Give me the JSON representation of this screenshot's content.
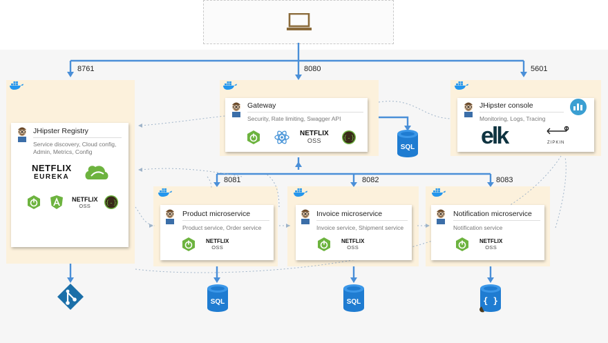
{
  "ports": {
    "registry": "8761",
    "gateway": "8080",
    "console": "5601",
    "product": "8081",
    "invoice": "8082",
    "notification": "8083"
  },
  "registry": {
    "title": "JHipster Registry",
    "description": "Service discovery, Cloud config, Admin, Metrics, Config",
    "netflix": "NETFLIX",
    "eureka": "EUREKA",
    "oss": "OSS"
  },
  "gateway": {
    "title": "Gateway",
    "description": "Security, Rate limiting, Swagger API",
    "netflix": "NETFLIX",
    "oss": "OSS"
  },
  "console": {
    "title": "JHipster console",
    "description": "Monitoring, Logs, Tracing",
    "elk": "elk",
    "zipkin": "ZIPKIN"
  },
  "services": [
    {
      "title": "Product microservice",
      "description": "Product service, Order service",
      "netflix": "NETFLIX",
      "oss": "OSS"
    },
    {
      "title": "Invoice microservice",
      "description": "Invoice service, Shipment service",
      "netflix": "NETFLIX",
      "oss": "OSS"
    },
    {
      "title": "Notification microservice",
      "description": "Notification service",
      "netflix": "NETFLIX",
      "oss": "OSS"
    }
  ],
  "databases": {
    "sql": "SQL",
    "nosql": "{ }"
  },
  "colors": {
    "link": "#4a8fd8",
    "pane": "#fcf1dc",
    "spring": "#6db33f",
    "docker": "#2496ed",
    "git": "#1b6fa8",
    "db": "#1f7cd1"
  },
  "icons": [
    "laptop-icon",
    "docker-icon",
    "jhipster-avatar-icon",
    "spring-boot-icon",
    "react-icon",
    "angular-icon",
    "swagger-icon",
    "cloud-config-icon",
    "kibana-icon",
    "elk-icon",
    "zipkin-icon",
    "git-icon",
    "sql-database-icon",
    "nosql-database-icon"
  ]
}
